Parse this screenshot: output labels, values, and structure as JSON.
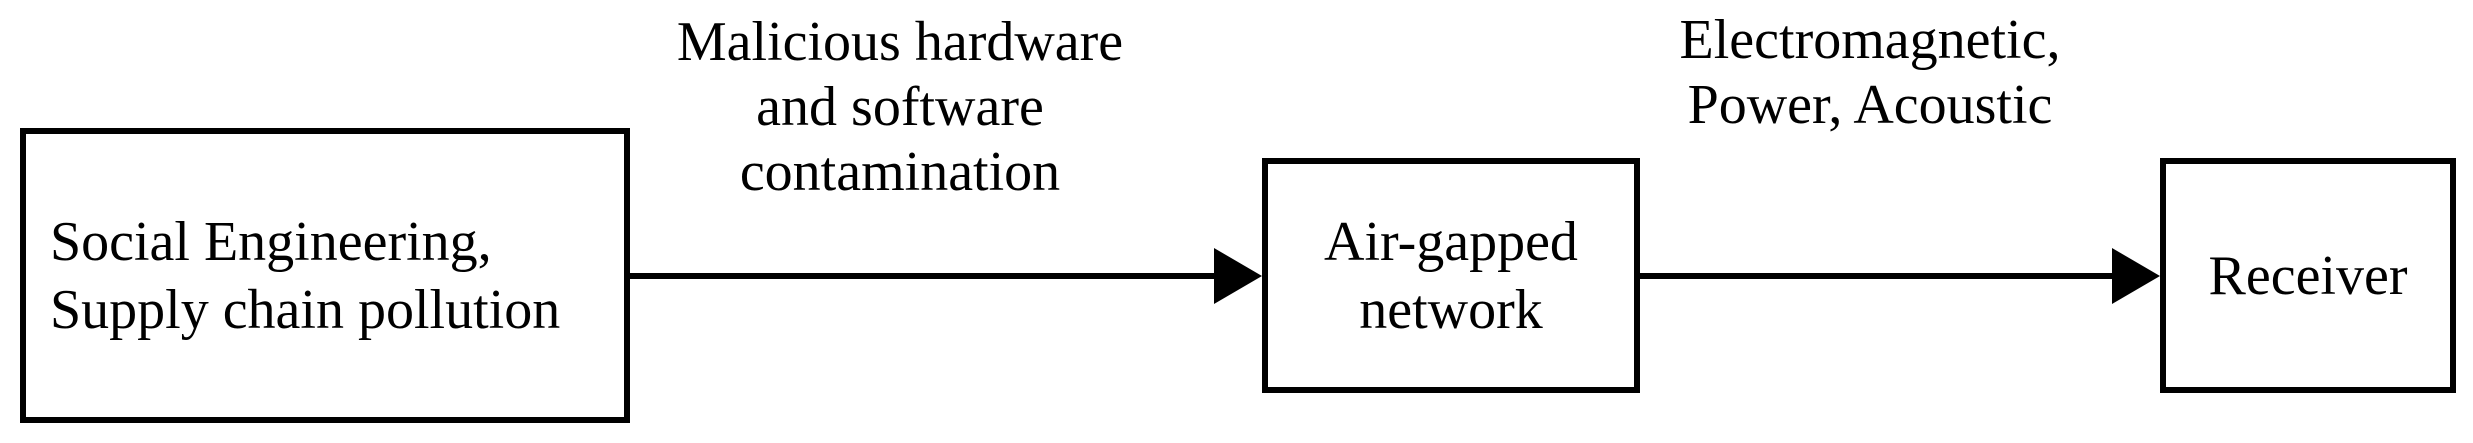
{
  "nodes": {
    "source": {
      "lines": [
        "Social Engineering,",
        "Supply chain pollution"
      ]
    },
    "network": {
      "lines": [
        "Air-gapped",
        "network"
      ]
    },
    "receiver": {
      "lines": [
        "Receiver"
      ]
    }
  },
  "edges": {
    "infection": {
      "lines": [
        "Malicious hardware",
        "and software",
        "contamination"
      ]
    },
    "exfiltration": {
      "lines": [
        "Electromagnetic,",
        "Power, Acoustic"
      ]
    }
  },
  "colors": {
    "stroke": "#000000",
    "background": "#ffffff"
  }
}
